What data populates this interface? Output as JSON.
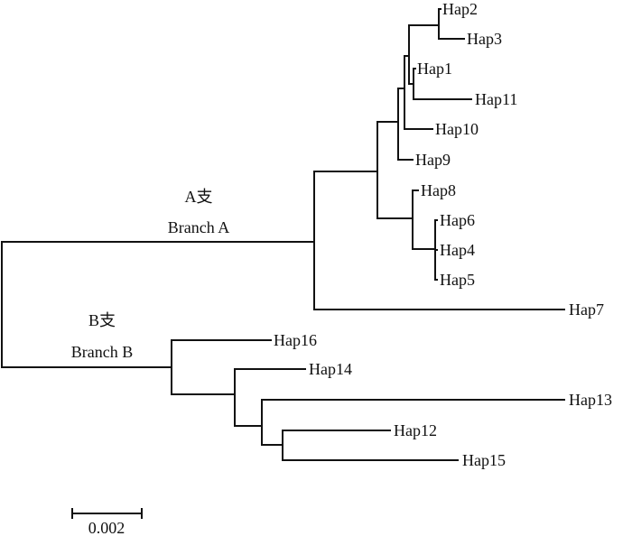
{
  "tree": {
    "tips": [
      "Hap2",
      "Hap3",
      "Hap1",
      "Hap11",
      "Hap10",
      "Hap9",
      "Hap8",
      "Hap6",
      "Hap4",
      "Hap5",
      "Hap7",
      "Hap16",
      "Hap14",
      "Hap13",
      "Hap12",
      "Hap15"
    ],
    "clades": {
      "a": {
        "cn": "A支",
        "en": "Branch A"
      },
      "b": {
        "cn": "B支",
        "en": "Branch B"
      }
    }
  },
  "scale_bar": {
    "label": "0.002"
  },
  "colors": {
    "line": "#111111",
    "background": "#ffffff"
  }
}
